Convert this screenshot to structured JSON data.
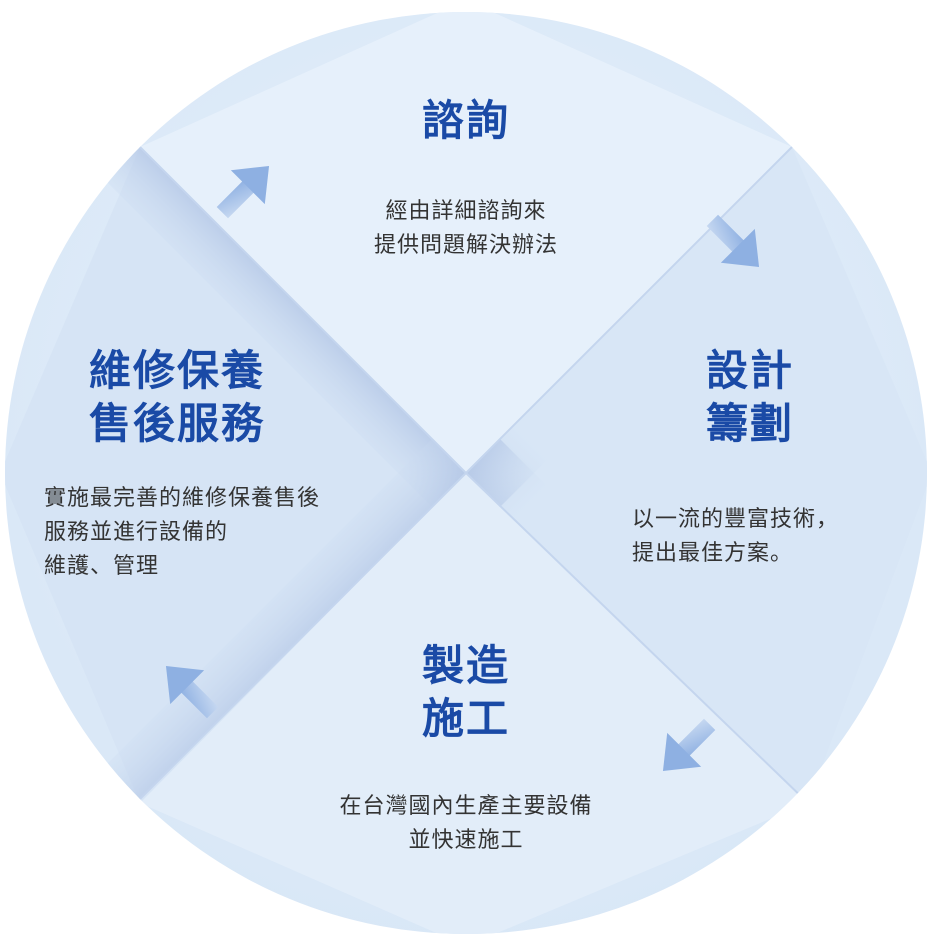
{
  "colors": {
    "circle_light": "#e3eefa",
    "circle_mid": "#d6e5f6",
    "fold_shadow": "#a8bddf",
    "arrow": "#9bbbe6",
    "title": "#1a4aa6",
    "text": "#333333"
  },
  "sections": {
    "consult": {
      "title": "諮詢",
      "desc": "經由詳細諮詢來\n提供問題解決辦法"
    },
    "design": {
      "title": "設計\n籌劃",
      "desc": "以一流的豐富技術，\n提出最佳方案。"
    },
    "manufacture": {
      "title": "製造\n施工",
      "desc": "在台灣國內生產主要設備\n並快速施工"
    },
    "maintenance": {
      "title": "維修保養\n售後服務",
      "desc": "實施最完善的維修保養售後\n服務並進行設備的\n維護、管理"
    }
  },
  "arrows": [
    {
      "name": "arrow-up-right-icon"
    },
    {
      "name": "arrow-down-right-icon"
    },
    {
      "name": "arrow-down-left-icon"
    },
    {
      "name": "arrow-up-left-icon"
    }
  ]
}
